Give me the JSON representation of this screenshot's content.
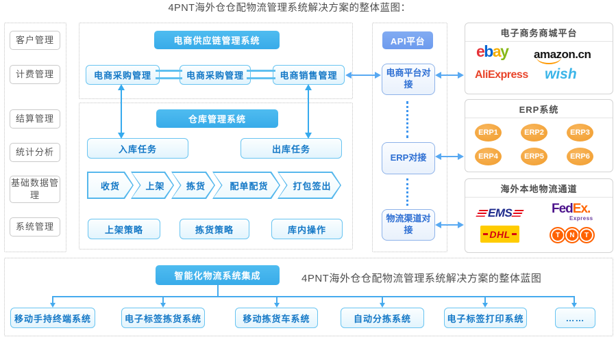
{
  "title": "4PNT海外仓仓配物流管理系统解决方案的整体蓝图：",
  "sidebar": {
    "items": [
      "客户管理",
      "计费管理",
      "结算管理",
      "统计分析",
      "基础数据管理",
      "系统管理"
    ]
  },
  "supply_chain": {
    "header": "电商供应链管理系统",
    "modules": [
      "电商采购管理",
      "电商采购管理",
      "电商销售管理"
    ]
  },
  "warehouse": {
    "header": "仓库管理系统",
    "inbound": "入库任务",
    "outbound": "出库任务",
    "process": [
      "收货",
      "上架",
      "拣货",
      "配单配货",
      "打包签出"
    ],
    "strategies": [
      "上架策略",
      "拣货策略",
      "库内操作"
    ]
  },
  "api": {
    "header": "API平台",
    "nodes": [
      "电商平台对接",
      "ERP对接",
      "物流渠道对接"
    ]
  },
  "panels": {
    "mall": {
      "header": "电子商务商城平台",
      "ebay": [
        "e",
        "b",
        "a",
        "y"
      ],
      "amazon": "amazon.cn",
      "aliexpress": "AliExpress",
      "wish": "wish"
    },
    "erp": {
      "header": "ERP系统",
      "items": [
        "ERP1",
        "ERP2",
        "ERP3",
        "ERP4",
        "ERP5",
        "ERP6"
      ]
    },
    "logistics": {
      "header": "海外本地物流通道",
      "ems": "EMS",
      "fedex_fed": "Fed",
      "fedex_ex": "Ex",
      "fedex_dot": ".",
      "fedex_sub": "Express",
      "dhl": "DHL",
      "tnt": [
        "T",
        "N",
        "T"
      ]
    }
  },
  "integration": {
    "header": "智能化物流系统集成",
    "caption": "4PNT海外仓仓配物流管理系统解决方案的整体蓝图",
    "systems": [
      "移动手持终端系统",
      "电子标签拣货系统",
      "移动拣货车系统",
      "自动分拣系统",
      "电子标签打印系统",
      "……"
    ]
  },
  "colors": {
    "header_blue": "#41b2ec",
    "api_blue": "#76a2f0",
    "box_border_blue": "#68c4f1",
    "box_text_blue": "#1478c6",
    "arrow_blue": "#58a9f2",
    "erp_orange": "#f2a338",
    "ebay": [
      "#e53238",
      "#0064d2",
      "#f5af02",
      "#86b817"
    ],
    "amazon_smile": "#ff9900",
    "aliexpress_red": "#e8442a",
    "wish_blue": "#3bb5e8",
    "ems_blue": "#1d2a8c",
    "fedex_purple": "#4d148c",
    "fedex_orange": "#ff6600",
    "dhl_yellow": "#ffcc00",
    "dhl_red": "#d40511",
    "tnt_orange": "#ff6200"
  }
}
